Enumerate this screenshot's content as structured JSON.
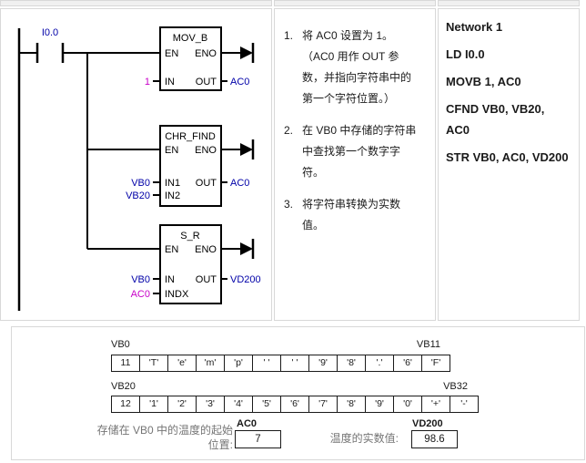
{
  "colors": {
    "operand_blue": "#0000A8",
    "constant_magenta": "#C800C8",
    "table_border_gray": "#D8D8D8",
    "caption_gray": "#757575"
  },
  "ladder": {
    "contact_label": "I0.0",
    "blocks": [
      {
        "title": "MOV_B",
        "en": "EN",
        "eno": "ENO",
        "left_pins": [
          {
            "label": "IN",
            "value": "1"
          }
        ],
        "right_pin": "OUT",
        "out_value": "AC0"
      },
      {
        "title": "CHR_FIND",
        "en": "EN",
        "eno": "ENO",
        "left_pins": [
          {
            "label": "IN1",
            "value": "VB0"
          },
          {
            "label": "IN2",
            "value": "VB20"
          }
        ],
        "right_pin": "OUT",
        "out_value": "AC0"
      },
      {
        "title": "S_R",
        "en": "EN",
        "eno": "ENO",
        "left_pins": [
          {
            "label": "IN",
            "value": "VB0"
          },
          {
            "label": "INDX",
            "value": "AC0"
          }
        ],
        "right_pin": "OUT",
        "out_value": "VD200"
      }
    ]
  },
  "notes": {
    "items": [
      {
        "num": "1.",
        "text": "将 AC0 设置为 1。\n（AC0 用作 OUT 参\n数，并指向字符串中的\n第一个字符位置。）"
      },
      {
        "num": "2.",
        "text": "在 VB0 中存储的字符串\n中查找第一个数字字\n符。"
      },
      {
        "num": "3.",
        "text": "将字符串转换为实数\n值。"
      }
    ]
  },
  "stl": {
    "lines": [
      "Network 1",
      "LD I0.0",
      "MOVB 1, AC0",
      "CFND VB0, VB20, AC0",
      "STR VB0, AC0, VD200"
    ]
  },
  "memory": {
    "row1": {
      "start_label": "VB0",
      "end_label": "VB11",
      "cells": [
        "11",
        "'T'",
        "'e'",
        "'m'",
        "'p'",
        "' '",
        "' '",
        "'9'",
        "'8'",
        "'.'",
        "'6'",
        "'F'"
      ]
    },
    "row2": {
      "start_label": "VB20",
      "end_label": "VB32",
      "cells": [
        "12",
        "'1'",
        "'2'",
        "'3'",
        "'4'",
        "'5'",
        "'6'",
        "'7'",
        "'8'",
        "'9'",
        "'0'",
        "'+'",
        "'-'"
      ]
    },
    "result1": {
      "caption": "存储在 VB0 中的温度的起始\n位置:",
      "reg": "AC0",
      "value": "7"
    },
    "result2": {
      "caption": "温度的实数值:",
      "reg": "VD200",
      "value": "98.6"
    }
  }
}
